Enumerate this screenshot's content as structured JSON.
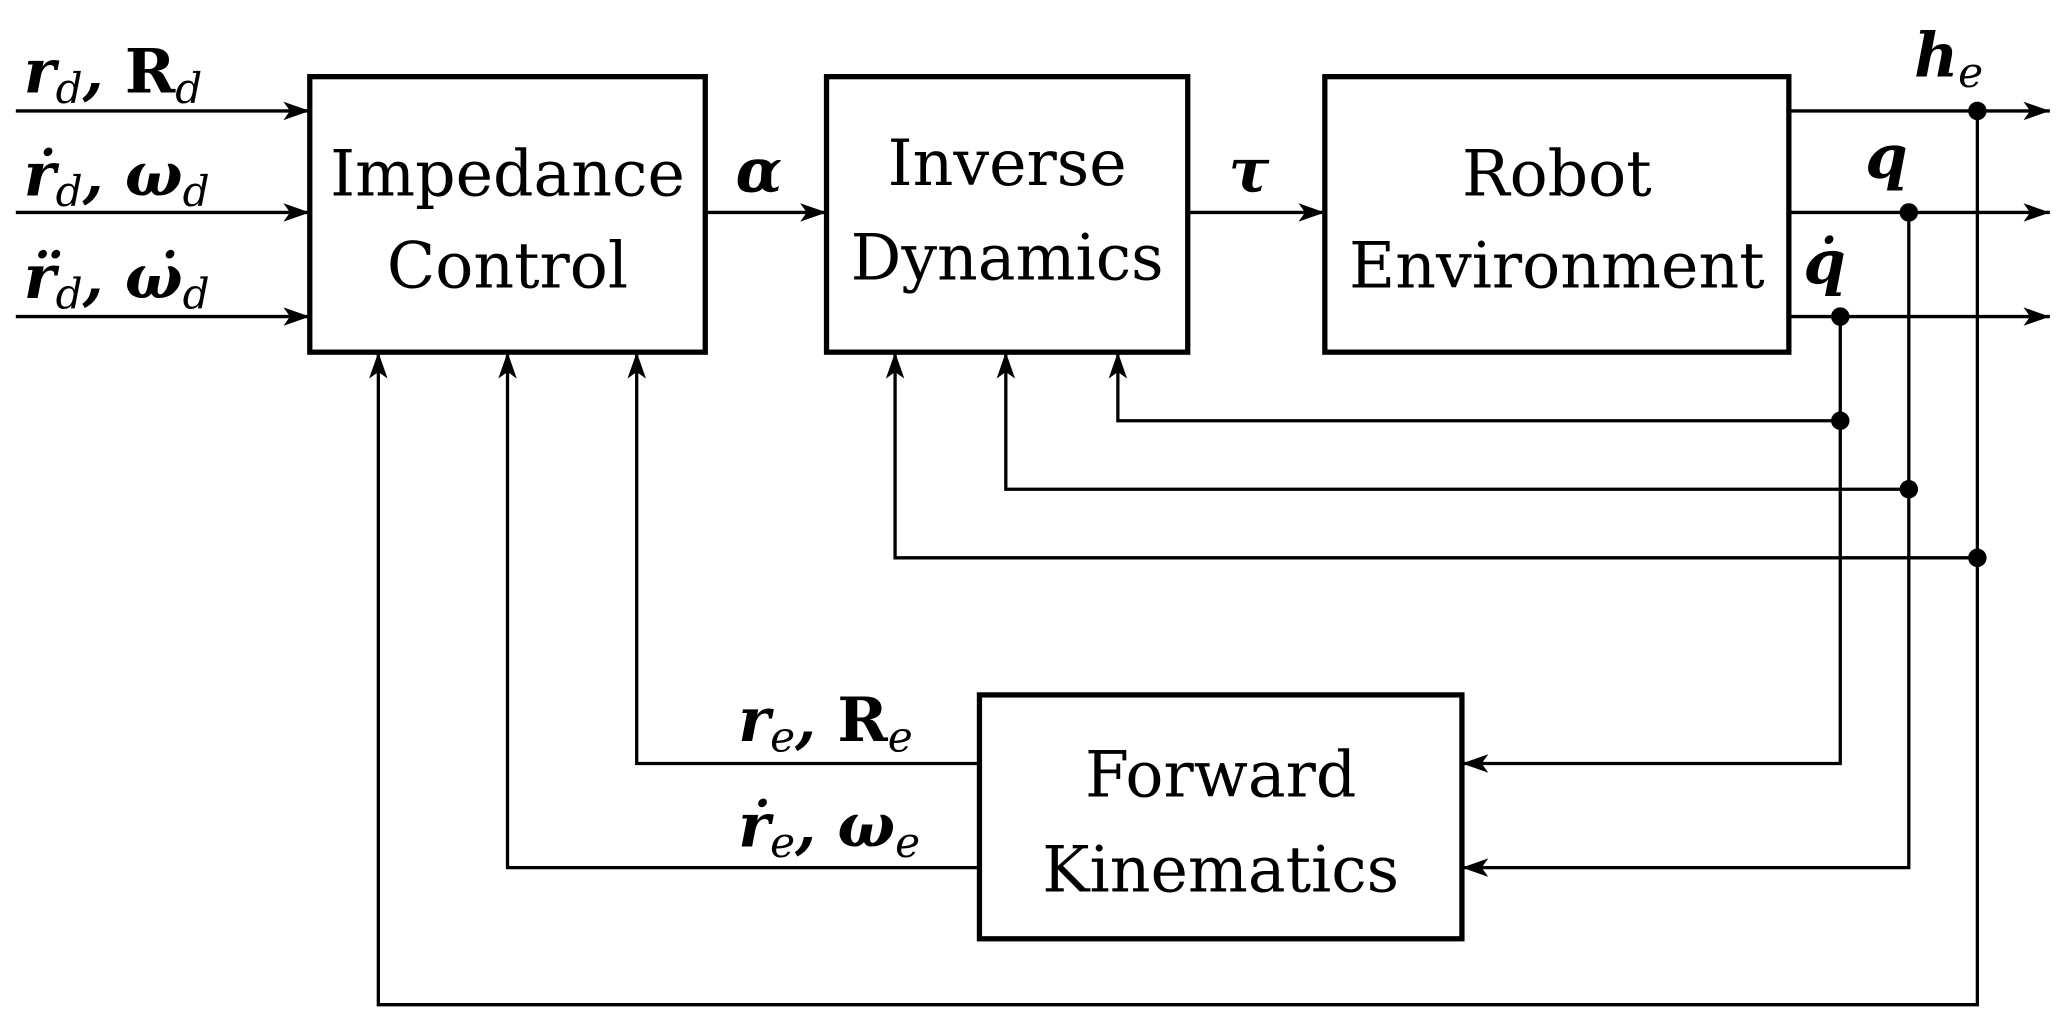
{
  "blocks": {
    "impedance": [
      "Impedance",
      "Control"
    ],
    "inverse": [
      "Inverse",
      "Dynamics"
    ],
    "robot": [
      "Robot",
      "Environment"
    ],
    "forward": [
      "Forward",
      "Kinematics"
    ]
  },
  "signals": {
    "in1": {
      "a": "r",
      "as": "d",
      "b": "R",
      "bs": "d"
    },
    "in2": {
      "a": "ṙ",
      "as": "d",
      "b": "ω",
      "bs": "d"
    },
    "in3": {
      "a": "r̈",
      "as": "d",
      "b": "ω̇",
      "bs": "d"
    },
    "alpha": "α",
    "tau": "τ",
    "he": {
      "a": "h",
      "as": "e"
    },
    "q": "q",
    "qdot": "q̇",
    "fk1": {
      "a": "r",
      "as": "e",
      "b": "R",
      "bs": "e"
    },
    "fk2": {
      "a": "ṙ",
      "as": "e",
      "b": "ω",
      "bs": "e"
    }
  }
}
